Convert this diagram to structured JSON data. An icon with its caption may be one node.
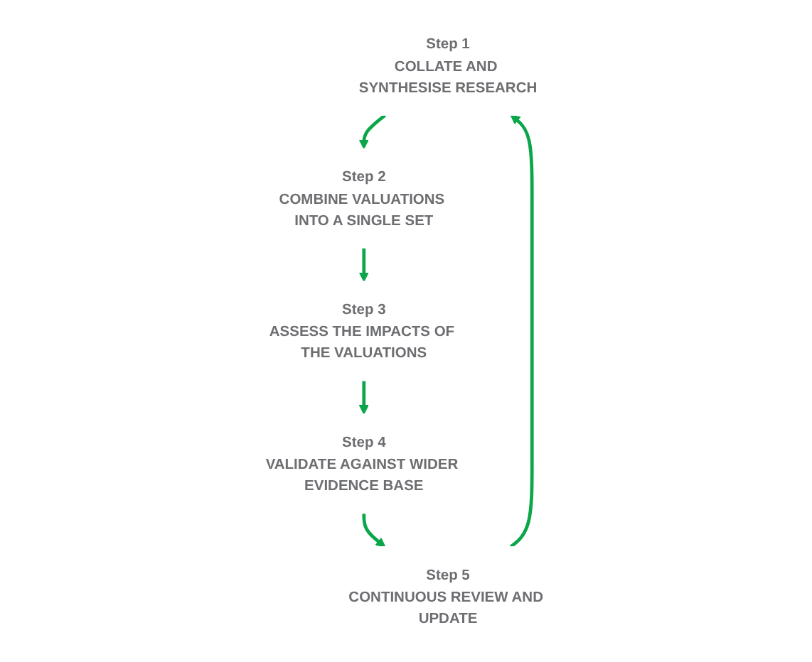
{
  "diagram": {
    "nodes": [
      {
        "text": [
          "Step 1",
          "COLLATE AND SYNTHESISE RESEARCH"
        ]
      },
      {
        "text": [
          "Step 2",
          "COMBINE VALUATIONS INTO A SINGLE SET"
        ]
      },
      {
        "text": [
          "Step 3",
          "ASSESS THE IMPACTS OF THE VALUATIONS"
        ]
      },
      {
        "text": [
          "Step 4",
          "VALIDATE AGAINST WIDER EVIDENCE BASE"
        ]
      },
      {
        "text": [
          "Step 5",
          "CONTINUOUS REVIEW AND UPDATE"
        ]
      }
    ],
    "edges": [
      {
        "from": 0,
        "to": 1,
        "arrow": "to"
      },
      {
        "from": 1,
        "to": 2,
        "arrow": "to"
      },
      {
        "from": 2,
        "to": 3,
        "arrow": "to"
      },
      {
        "from": 3,
        "to": 4,
        "arrow": "to"
      },
      {
        "from": 4,
        "to": 0,
        "arrow": "to"
      }
    ]
  }
}
